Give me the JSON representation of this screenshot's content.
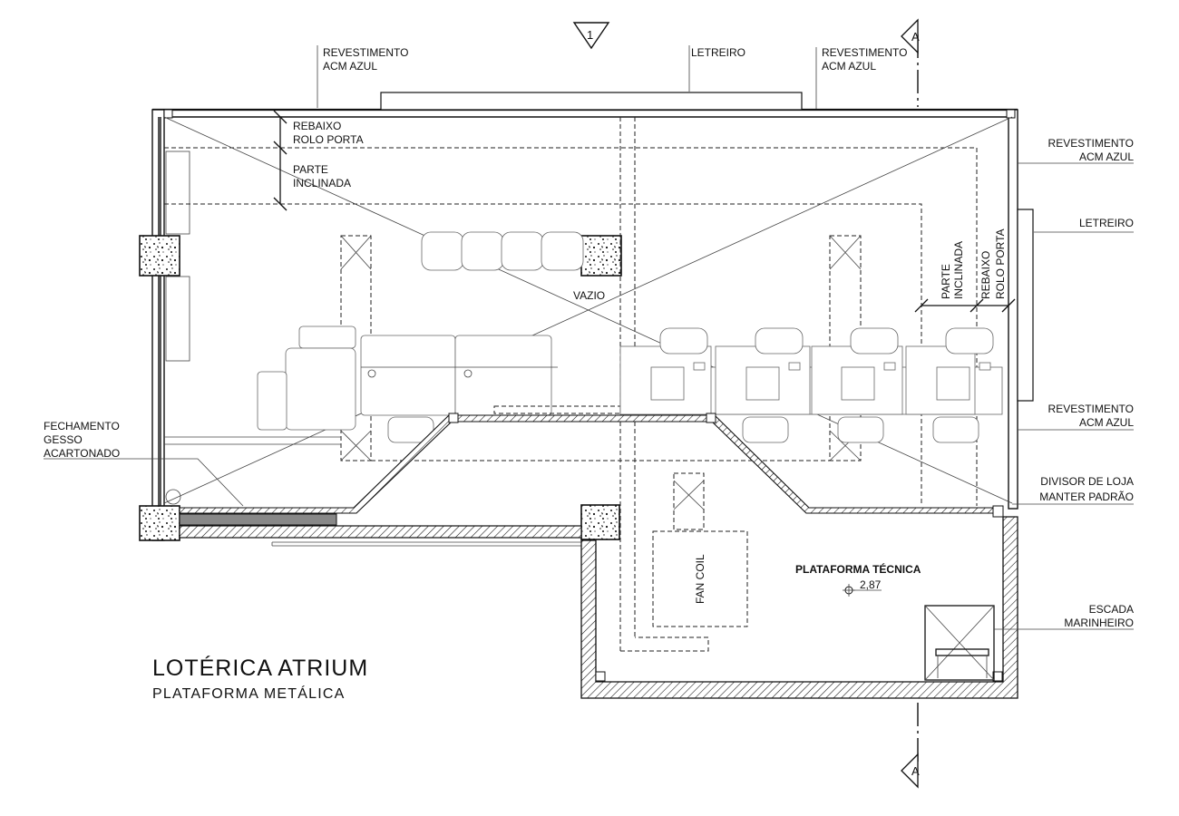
{
  "title": {
    "main": "LOTÉRICA ATRIUM",
    "sub": "PLATAFORMA METÁLICA"
  },
  "markers": {
    "view": "1",
    "section_top": "A",
    "section_bottom": "A"
  },
  "labels": {
    "rev_top_left": [
      "REVESTIMENTO",
      "ACM  AZUL"
    ],
    "letreiro_top": "LETREIRO",
    "rev_top_right": [
      "REVESTIMENTO",
      "ACM  AZUL"
    ],
    "rev_right_top": [
      "REVESTIMENTO",
      "ACM  AZUL"
    ],
    "letreiro_right": "LETREIRO",
    "rev_right_bottom": [
      "REVESTIMENTO",
      "ACM  AZUL"
    ],
    "divisor": [
      "DIVISOR  DE  LOJA",
      "MANTER  PADRÃO"
    ],
    "escada": [
      "ESCADA",
      "MARINHEIRO"
    ],
    "fechamento": [
      "FECHAMENTO",
      "GESSO",
      "ACARTONADO"
    ],
    "rebaixo_h": [
      "REBAIXO",
      "ROLO  PORTA"
    ],
    "parte_h": [
      "PARTE",
      "INCLINADA"
    ],
    "parte_v": [
      "PARTE",
      "INCLINADA"
    ],
    "rebaixo_v": [
      "REBAIXO",
      "ROLO  PORTA"
    ],
    "vazio": "VAZIO",
    "fan_coil": "FAN  COIL",
    "plataforma": "PLATAFORMA  TÉCNICA",
    "level": "2,87"
  }
}
